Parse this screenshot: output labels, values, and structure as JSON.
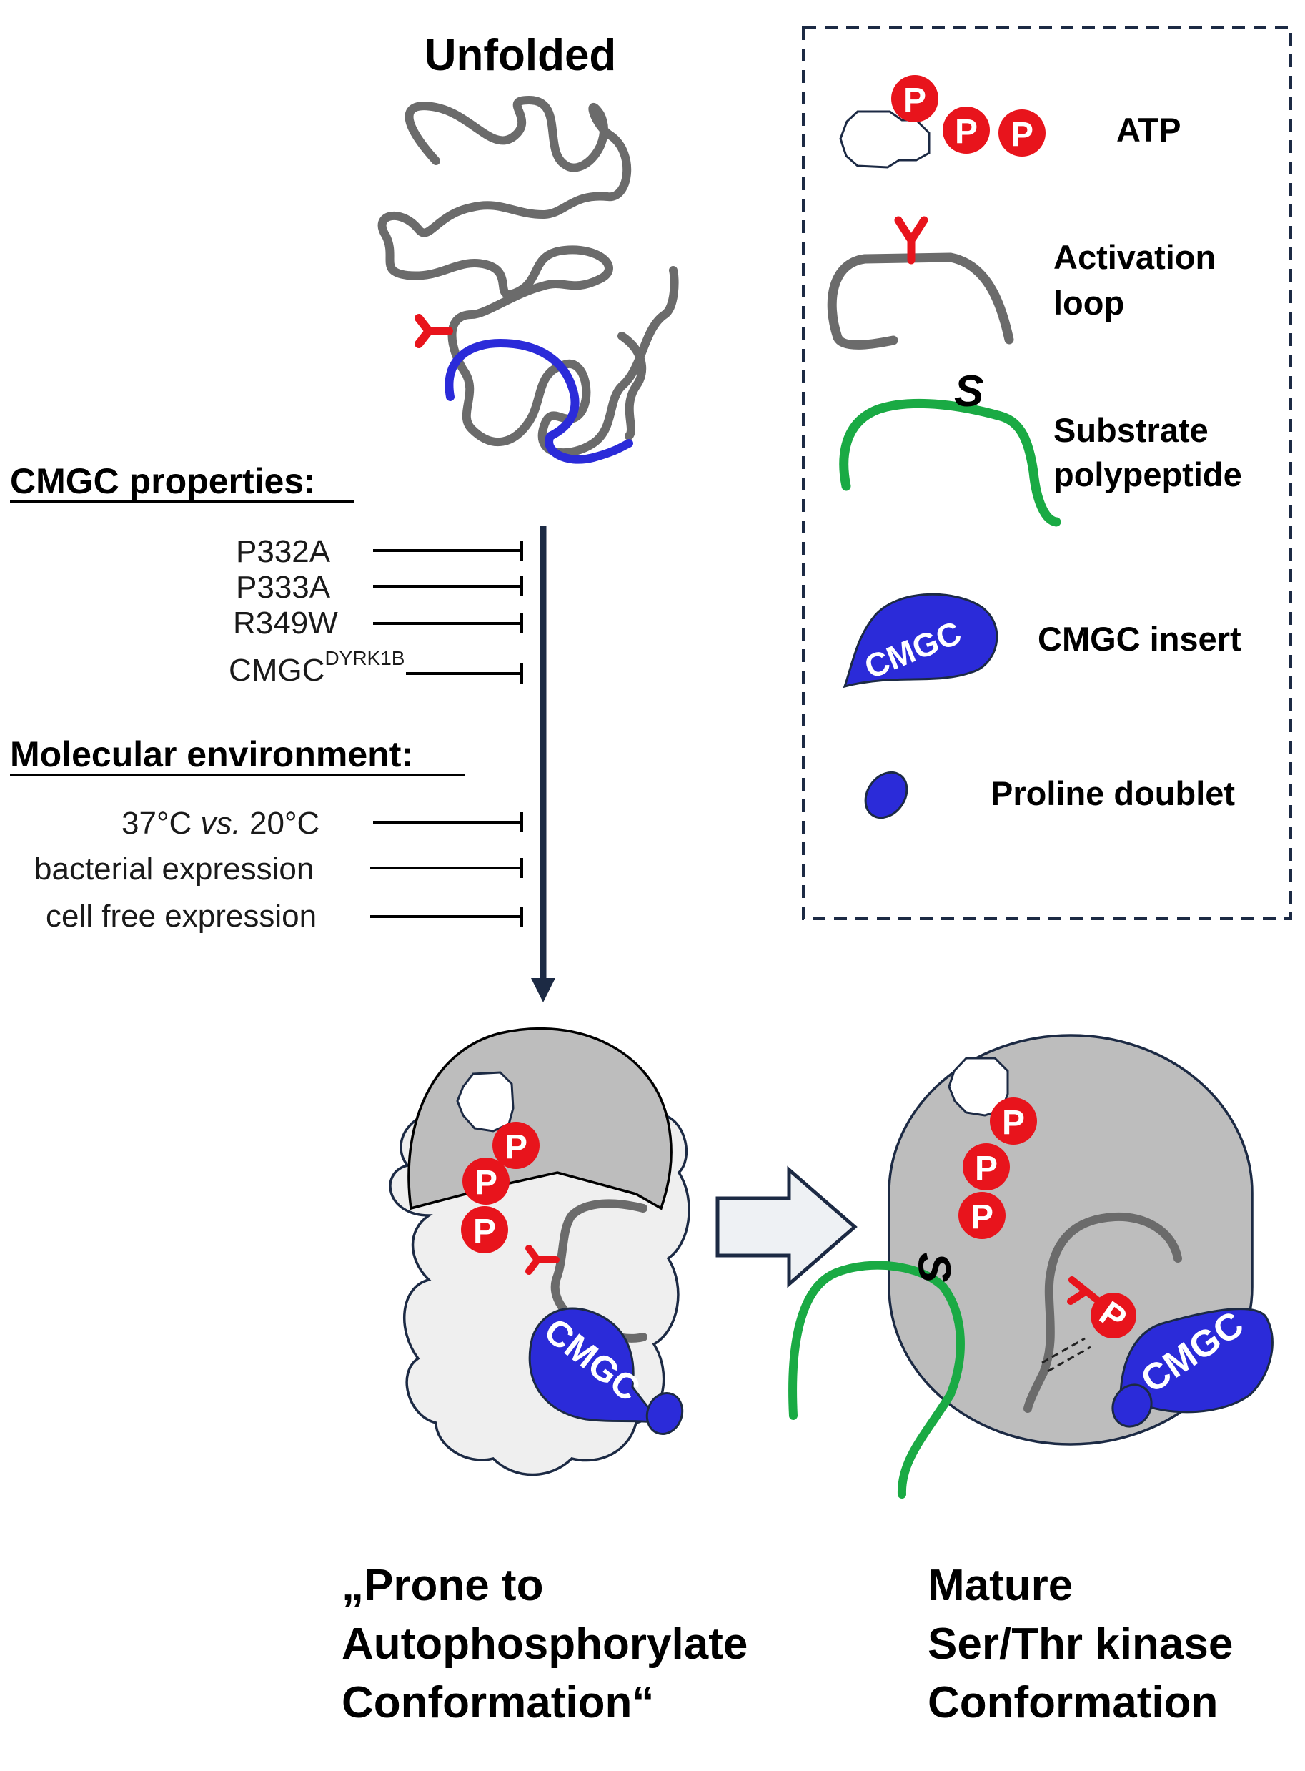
{
  "title_unfolded": "Unfolded",
  "cmgc_properties": {
    "heading": "CMGC properties",
    "colon": ":",
    "items": [
      "P332A",
      "P333A",
      "R349W",
      "CMGC"
    ],
    "superscript": "DYRK1B"
  },
  "molecular_environment": {
    "heading": "Molecular environment",
    "colon": ":",
    "temp_a": "37°C ",
    "temp_vs": "vs.",
    "temp_b": " 20°C",
    "items": [
      "bacterial expression",
      "cell free expression"
    ]
  },
  "legend": {
    "atp": "ATP",
    "activation_loop_1": "Activation",
    "activation_loop_2": "loop",
    "substrate_1": "Substrate",
    "substrate_2": "polypeptide",
    "cmgc_insert": "CMGC insert",
    "proline_doublet": "Proline doublet"
  },
  "glyphs": {
    "phosphate": "P",
    "tyrosine": "Y",
    "serine": "S",
    "cmgc": "CMGC"
  },
  "caption_left": [
    "„Prone to",
    "Autophosphorylate",
    "Conformation“"
  ],
  "caption_right": [
    "Mature",
    "Ser/Thr kinase",
    "Conformation"
  ],
  "colors": {
    "red": "#e8141c",
    "blue": "#2b2bd9",
    "green": "#1aaa44",
    "gray_chain": "#6b6b6b",
    "navy": "#1c2a44",
    "body_gray": "#bdbdbd",
    "light_gray": "#efefef"
  }
}
